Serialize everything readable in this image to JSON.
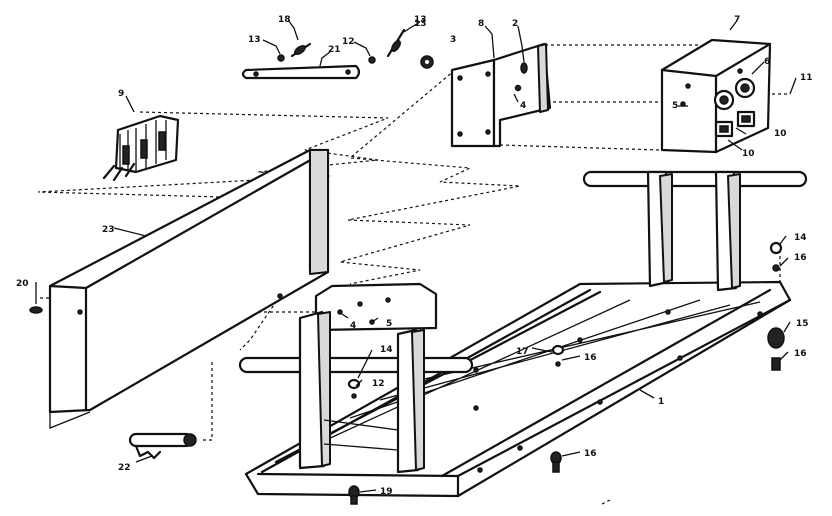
{
  "callouts": [
    {
      "id": "c13a",
      "text": "13"
    },
    {
      "id": "c18",
      "text": "18"
    },
    {
      "id": "c13b",
      "text": "13"
    },
    {
      "id": "c21",
      "text": "21"
    },
    {
      "id": "c12a",
      "text": "12"
    },
    {
      "id": "c13c",
      "text": "13"
    },
    {
      "id": "c3",
      "text": "3"
    },
    {
      "id": "c8",
      "text": "8"
    },
    {
      "id": "c2",
      "text": "2"
    },
    {
      "id": "c4",
      "text": "4"
    },
    {
      "id": "c7",
      "text": "7"
    },
    {
      "id": "c6",
      "text": "6"
    },
    {
      "id": "c11",
      "text": "11"
    },
    {
      "id": "c10a",
      "text": "10"
    },
    {
      "id": "c10b",
      "text": "10"
    },
    {
      "id": "c9",
      "text": "9"
    },
    {
      "id": "c5",
      "text": "5"
    },
    {
      "id": "c20",
      "text": "20"
    },
    {
      "id": "c14a",
      "text": "14"
    },
    {
      "id": "c16a",
      "text": "16"
    },
    {
      "id": "c15",
      "text": "15"
    },
    {
      "id": "c16b",
      "text": "16"
    },
    {
      "id": "c4b",
      "text": "4"
    },
    {
      "id": "c5b",
      "text": "5"
    },
    {
      "id": "c14b",
      "text": "14"
    },
    {
      "id": "c12b",
      "text": "12"
    },
    {
      "id": "c17",
      "text": "17"
    },
    {
      "id": "c16c",
      "text": "16"
    },
    {
      "id": "c1",
      "text": "1"
    },
    {
      "id": "c16d",
      "text": "16"
    },
    {
      "id": "c19",
      "text": "19"
    },
    {
      "id": "c22",
      "text": "22"
    }
  ]
}
